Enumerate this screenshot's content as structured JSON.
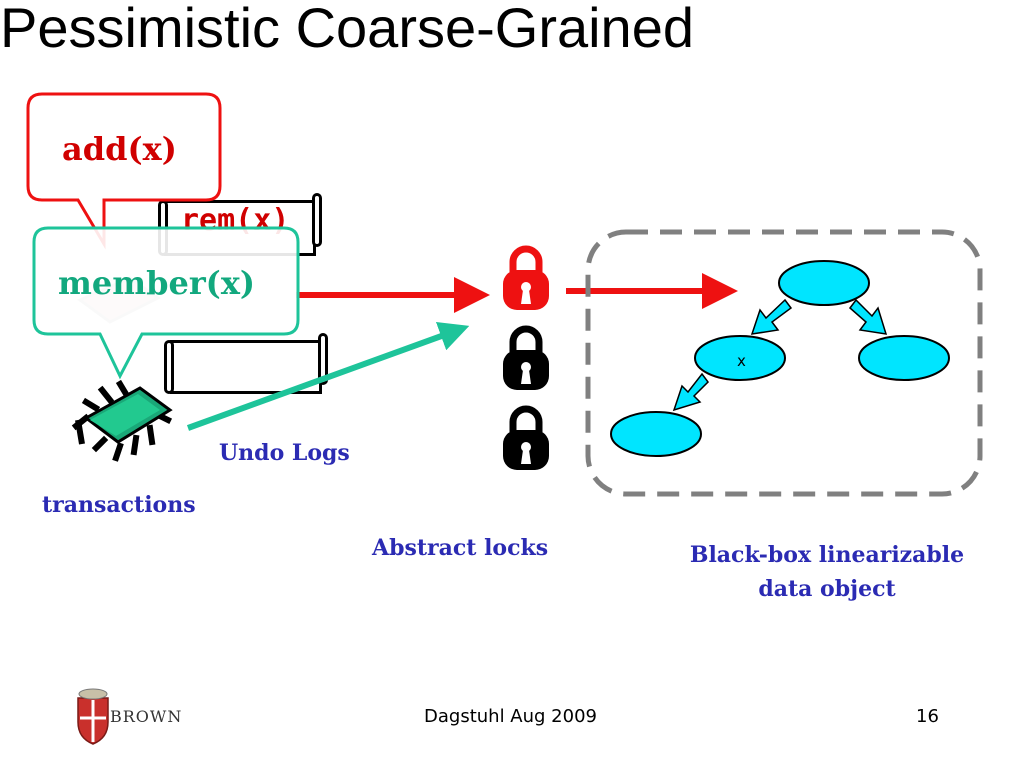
{
  "slide": {
    "title": "Pessimistic Coarse-Grained",
    "callouts": {
      "add": "add(x)",
      "member": "member(x)"
    },
    "log_entry": "rem(x)",
    "labels": {
      "undo_logs": "Undo Logs",
      "transactions": "transactions",
      "abstract_locks": "Abstract locks",
      "black_box_line1": "Black-box linearizable",
      "black_box_line2": "data object"
    },
    "tree_node_label": "x",
    "footer": {
      "center": "Dagstuhl Aug 2009",
      "page_number": "16",
      "logo_text": "BROWN"
    }
  },
  "colors": {
    "red": "#ee1111",
    "teal": "#1ec49a",
    "node": "#00e5ff",
    "label_blue": "#2b2bb3"
  }
}
